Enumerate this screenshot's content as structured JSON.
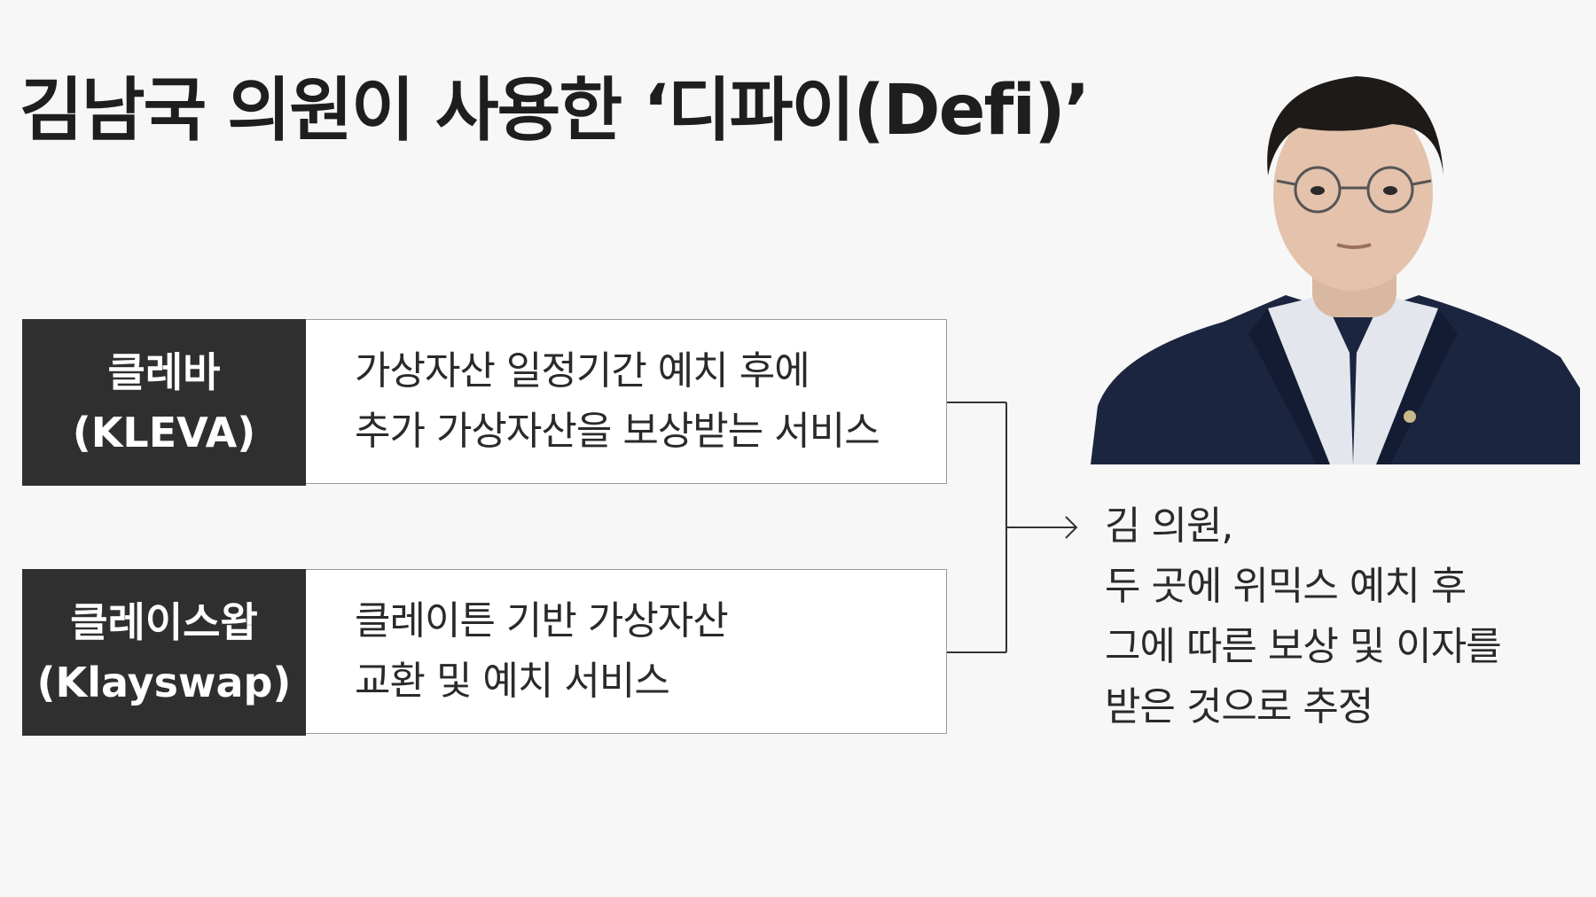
{
  "title": "김남국 의원이 사용한 ‘디파이(Defi)’",
  "services": [
    {
      "name": "클레바",
      "name_en": "(KLEVA)",
      "desc_line1": "가상자산 일정기간 예치 후에",
      "desc_line2": "추가 가상자산을 보상받는 서비스"
    },
    {
      "name": "클레이스왑",
      "name_en": "(Klayswap)",
      "desc_line1": "클레이튼 기반 가상자산",
      "desc_line2": "교환 및 예치 서비스"
    }
  ],
  "result": {
    "line1": "김 의원,",
    "line2": "두 곳에 위믹스 예치 후",
    "line3": "그에 따른 보상 및 이자를",
    "line4": "받은 것으로 추정"
  },
  "colors": {
    "background": "#f7f7f7",
    "label_box": "#2f2f2f",
    "connector": "#333333"
  }
}
